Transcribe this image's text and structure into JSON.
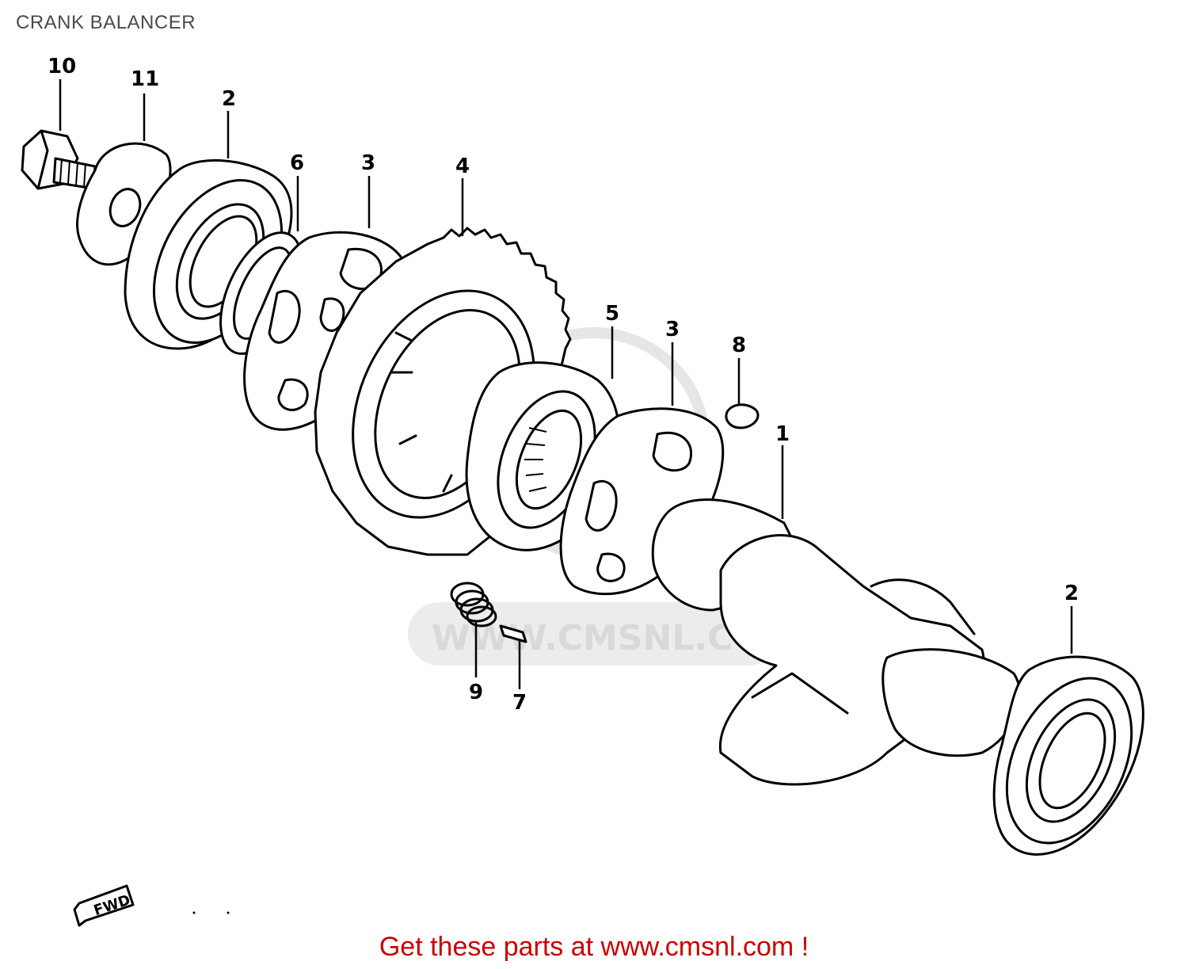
{
  "title": "CRANK BALANCER",
  "footer": "Get these parts at www.cmsnl.com !",
  "watermark": "WWW.CMSNL.COM",
  "direction_label": "FWD",
  "callouts": [
    {
      "id": "10",
      "text": "10"
    },
    {
      "id": "11",
      "text": "11"
    },
    {
      "id": "2a",
      "text": "2"
    },
    {
      "id": "6",
      "text": "6"
    },
    {
      "id": "3a",
      "text": "3"
    },
    {
      "id": "4",
      "text": "4"
    },
    {
      "id": "5",
      "text": "5"
    },
    {
      "id": "3b",
      "text": "3"
    },
    {
      "id": "8",
      "text": "8"
    },
    {
      "id": "1",
      "text": "1"
    },
    {
      "id": "2b",
      "text": "2"
    },
    {
      "id": "9",
      "text": "9"
    },
    {
      "id": "7",
      "text": "7"
    }
  ],
  "colors": {
    "footer": "#cc0000",
    "title": "#4a4a4a",
    "lines": "#000000",
    "watermark": "#d9d9d9"
  }
}
